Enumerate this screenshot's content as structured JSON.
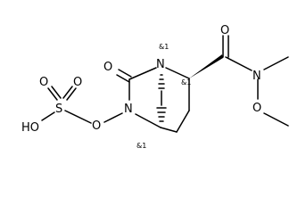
{
  "atoms": {
    "o_carbonyl_ring": "O",
    "n_bridge": "N",
    "n_ring": "N",
    "o_sulfate_link": "O",
    "s_sulfur": "S",
    "o_sulfonyl_top_left": "O",
    "o_sulfonyl_top_right": "O",
    "ho_group": "HO",
    "o_amide": "O",
    "n_amide": "N",
    "o_methoxy": "O"
  },
  "stereo_labels": {
    "n_bridge": "&1",
    "c_alpha": "&1",
    "c_bridgehead": "&1"
  }
}
